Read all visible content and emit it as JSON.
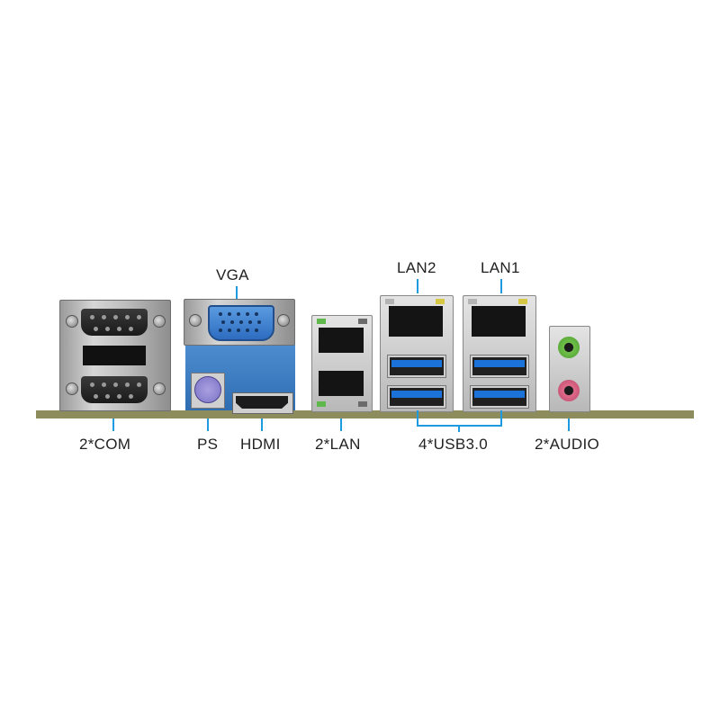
{
  "labels": {
    "vga": "VGA",
    "lan2": "LAN2",
    "lan1": "LAN1",
    "com": "2*COM",
    "ps": "PS",
    "hdmi": "HDMI",
    "lan": "2*LAN",
    "usb": "4*USB3.0",
    "audio": "2*AUDIO"
  },
  "colors": {
    "callout": "#1e9be0",
    "board": "#8c8c5c",
    "vga_blue": "#3b7cc4",
    "usb_blue": "#1b72d8",
    "audio_green": "#6fc14a",
    "audio_pink": "#e06a8a"
  }
}
